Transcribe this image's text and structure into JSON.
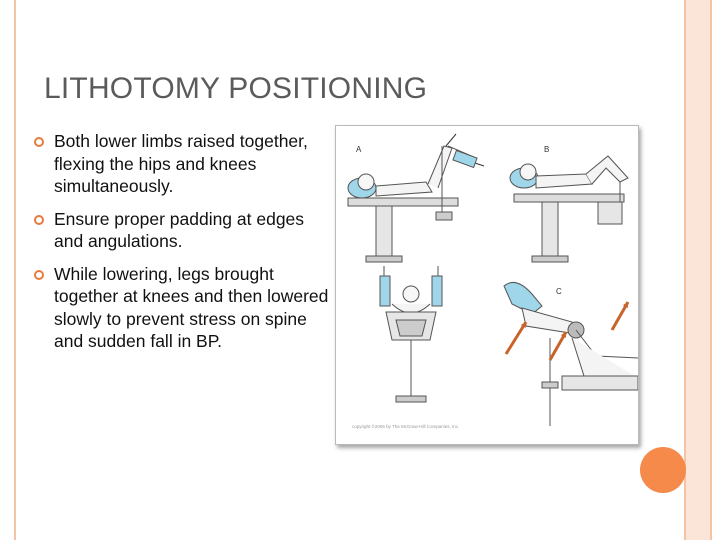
{
  "slide": {
    "title": "LITHOTOMY POSITIONING",
    "bullets": [
      "Both lower limbs raised together, flexing the hips and knees simultaneously.",
      "Ensure proper padding at edges and angulations.",
      "While lowering, legs brought together at knees and then lowered slowly to prevent stress on spine and sudden fall in BP."
    ]
  },
  "figure": {
    "panel_labels": [
      "A",
      "B",
      "C"
    ],
    "copyright": "copyright ©2005 by The McGraw-Hill Companies, Inc.",
    "arrow_color": "#c8642a"
  },
  "theme": {
    "accent": "#f58a4b",
    "bullet_color": "#e87a3c",
    "title_color": "#5b5b5b",
    "stripe_color": "#f6c9ad"
  }
}
